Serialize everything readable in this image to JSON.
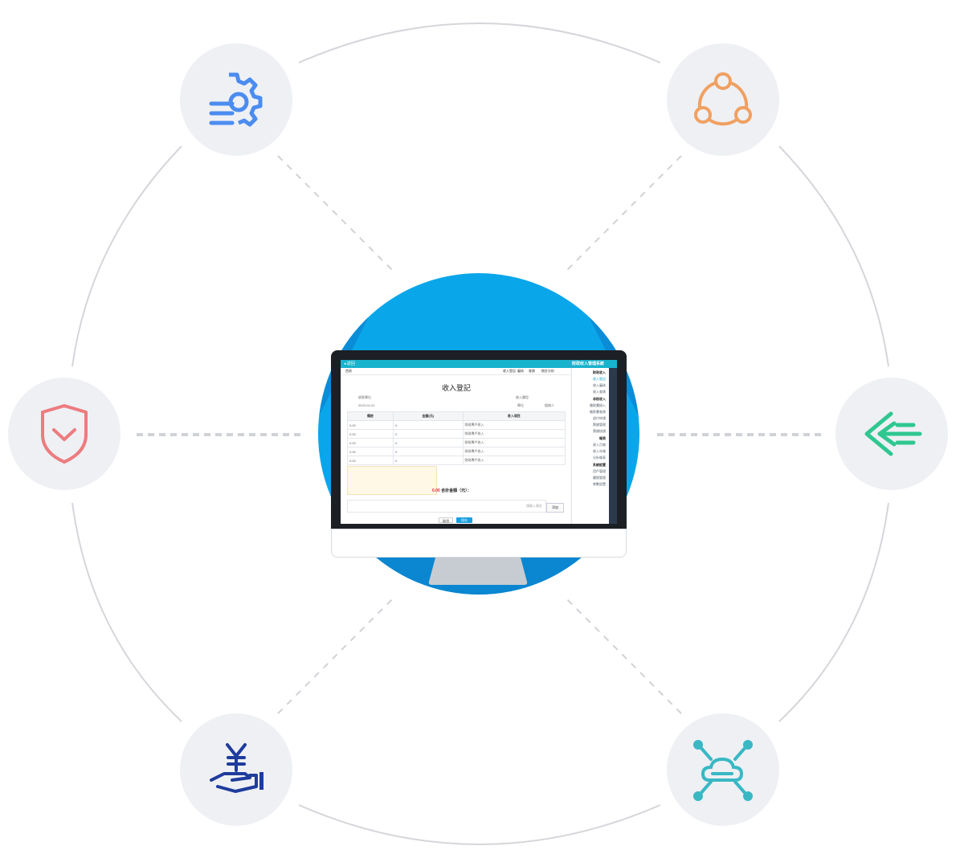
{
  "colors": {
    "ring": "#d4d6da",
    "dash": "#cfd2d6",
    "node_bg": "#eef0f4",
    "hub": "#0aa6ea",
    "settings_icon": "#4b8cf0",
    "share_icon": "#f0a061",
    "shield_icon": "#ec7c7f",
    "transfer_icon": "#2fc790",
    "finance_icon": "#1f3c9c",
    "cloud_icon": "#39b8c4"
  },
  "icons": {
    "top_left": "settings-list-icon",
    "top_right": "share-network-icon",
    "middle_left": "shield-check-icon",
    "middle_right": "transfer-arrow-icon",
    "bottom_left": "yen-hand-icon",
    "bottom_right": "cloud-network-icon"
  },
  "app": {
    "title": "財政收入管理系統",
    "toolbar": "◂ 返回",
    "tabs": [
      "首頁",
      "收入登記",
      "審核",
      "查詢",
      "統計分析"
    ],
    "page_title": "收入登記",
    "form": {
      "field1": "收款單位",
      "field2": "2023-01-01",
      "field3": "收入類型",
      "field4": "單位",
      "field5": "經辦人"
    },
    "table": {
      "headers": [
        "收入項目",
        "金額(元)",
        "備註"
      ],
      "rows": [
        [
          "財政專戶收入",
          "0",
          "0.00"
        ],
        [
          "財政專戶收入",
          "0",
          "0.00"
        ],
        [
          "財政專戶收入",
          "0",
          "0.00"
        ],
        [
          "財政專戶收入",
          "0",
          "0.00"
        ],
        [
          "財政專戶收入",
          "0",
          "0.00"
        ]
      ]
    },
    "total_label": "合計金額（元）：",
    "total_amount": "0.00",
    "note_placeholder": "請輸入備註",
    "note_button": "添加",
    "primary_button": "保存",
    "secondary_button": "取消",
    "sidebar": {
      "group1": "財政收入",
      "items1": [
        "收入登記",
        "收入審核",
        "收入查詢"
      ],
      "group2": "非稅收入",
      "items2": [
        "繳款書錄入",
        "繳款書查詢",
        "退付申請",
        "票據管理",
        "票據核銷"
      ],
      "group3": "報表",
      "items3": [
        "收入月報",
        "收入年報",
        "分析報表"
      ],
      "group4": "系統設置",
      "items4": [
        "用戶管理",
        "權限管理",
        "參數設置"
      ]
    }
  }
}
